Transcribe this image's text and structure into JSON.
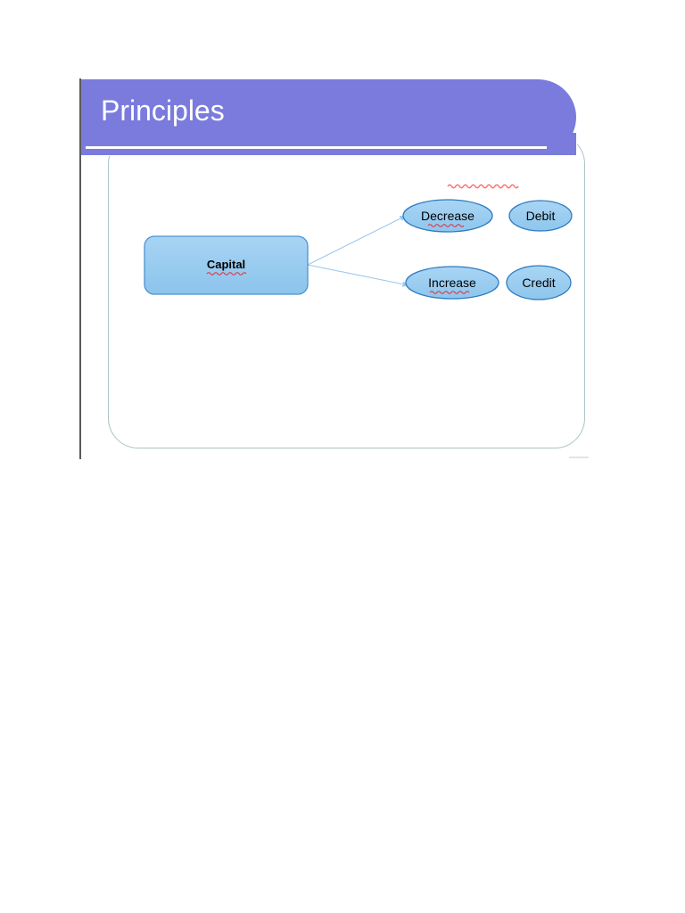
{
  "slide": {
    "title": "Principles",
    "theme": {
      "banner_color": "#7b7bdd",
      "banner_text_color": "#ffffff",
      "panel_border_color": "#a9c6c4",
      "node_fill": "#9dcdf0",
      "node_stroke": "#3a7fc4",
      "connector_color": "#9dc8ee",
      "spellcheck_underline_color": "#ff0000",
      "left_rule_color": "#5a5a5a"
    }
  },
  "diagram": {
    "type": "flow",
    "root": {
      "id": "capital",
      "shape": "rounded-rectangle",
      "label": "Capital",
      "bold": true,
      "spellcheck_flagged": true
    },
    "branches": [
      {
        "id": "decrease",
        "shape": "ellipse",
        "label": "Decrease",
        "spellcheck_flagged": true,
        "pair": {
          "id": "debit",
          "shape": "ellipse",
          "label": "Debit",
          "spellcheck_flagged": false
        }
      },
      {
        "id": "increase",
        "shape": "ellipse",
        "label": "Increase",
        "spellcheck_flagged": true,
        "pair": {
          "id": "credit",
          "shape": "ellipse",
          "label": "Credit",
          "spellcheck_flagged": false
        }
      }
    ],
    "connectors": [
      {
        "from": "capital",
        "to": "decrease",
        "style": "arrow"
      },
      {
        "from": "capital",
        "to": "increase",
        "style": "arrow"
      }
    ],
    "artifacts": [
      {
        "name": "stray-spellcheck-squiggle",
        "color": "#ff5555"
      }
    ]
  }
}
